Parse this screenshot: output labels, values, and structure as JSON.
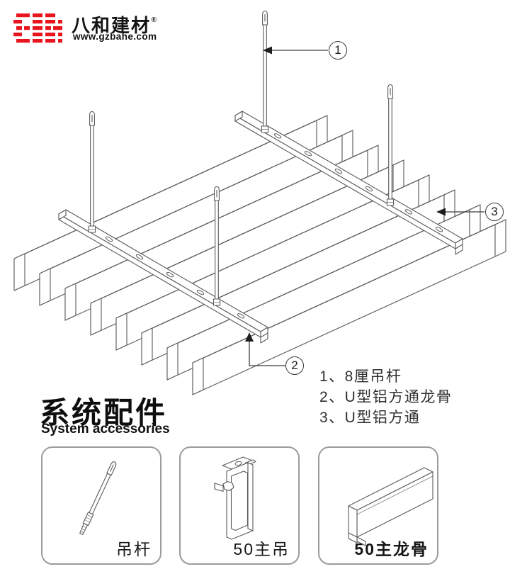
{
  "logo": {
    "company": "八和建材",
    "registered": "®",
    "website": "www.gzbahe.com"
  },
  "callouts": {
    "c1": "1",
    "c2": "2",
    "c3": "3"
  },
  "legend": {
    "items": [
      "1、8厘吊杆",
      "2、U型铝方通龙骨",
      "3、U型铝方通"
    ]
  },
  "section": {
    "title": "系统配件",
    "subtitle": "System accessories"
  },
  "accessories": [
    {
      "label": "吊杆"
    },
    {
      "label": "50主吊"
    },
    {
      "label": "50主龙骨"
    }
  ],
  "colors": {
    "brand_red": "#e8141e",
    "line_gray": "#5a5a5a",
    "text_dark": "#1d1d1d"
  }
}
